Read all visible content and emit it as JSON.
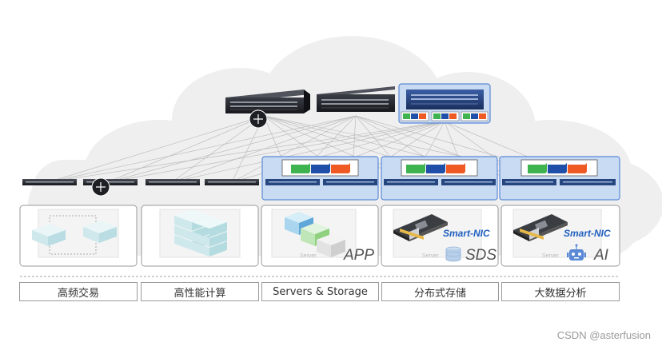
{
  "columns": [
    {
      "id": "hft",
      "label": "高频交易",
      "tag": "",
      "server_text": ""
    },
    {
      "id": "hpc",
      "label": "高性能计算",
      "tag": "",
      "server_text": ""
    },
    {
      "id": "storage",
      "label": "Servers & Storage",
      "tag": "APP",
      "server_text": "Server"
    },
    {
      "id": "sds",
      "label": "分布式存储",
      "tag": "SDS",
      "server_text": "Server",
      "nic_label": "Smart-NIC"
    },
    {
      "id": "bigdata",
      "label": "大数据分析",
      "tag": "AI",
      "server_text": "Server",
      "nic_label": "Smart-NIC"
    }
  ],
  "watermark": "CSDN @asterfusion",
  "colors": {
    "module_green": "#3fb34f",
    "module_blue": "#1f4fa8",
    "module_orange": "#ef5a24",
    "highlight_fill": "#c9daf3",
    "highlight_stroke": "#5a8ad6",
    "switch_dark": "#1d2027",
    "switch_highlight": "#22407a",
    "cloud": "#eeeeee",
    "label_border": "#9a9a9a"
  },
  "icons": [
    "plus-icon",
    "switch-icon",
    "server-stack-icon",
    "database-icon",
    "robot-icon",
    "nic-card-icon"
  ]
}
